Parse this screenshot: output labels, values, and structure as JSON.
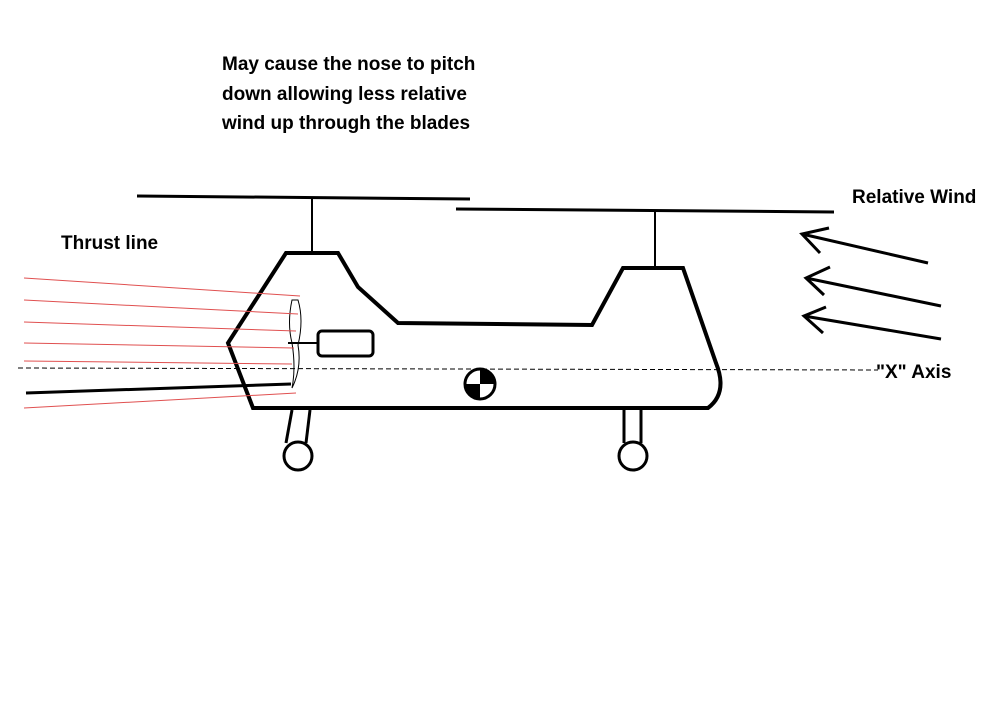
{
  "annotation": {
    "lines": [
      "May cause the nose to pitch",
      "down allowing less relative",
      "wind up through the blades"
    ]
  },
  "labels": {
    "thrust_line": "Thrust line",
    "relative_wind": "Relative Wind",
    "x_axis": "\"X\" Axis"
  },
  "colors": {
    "ink": "#000000",
    "thrust_lines": "#e05050",
    "background": "#ffffff"
  }
}
